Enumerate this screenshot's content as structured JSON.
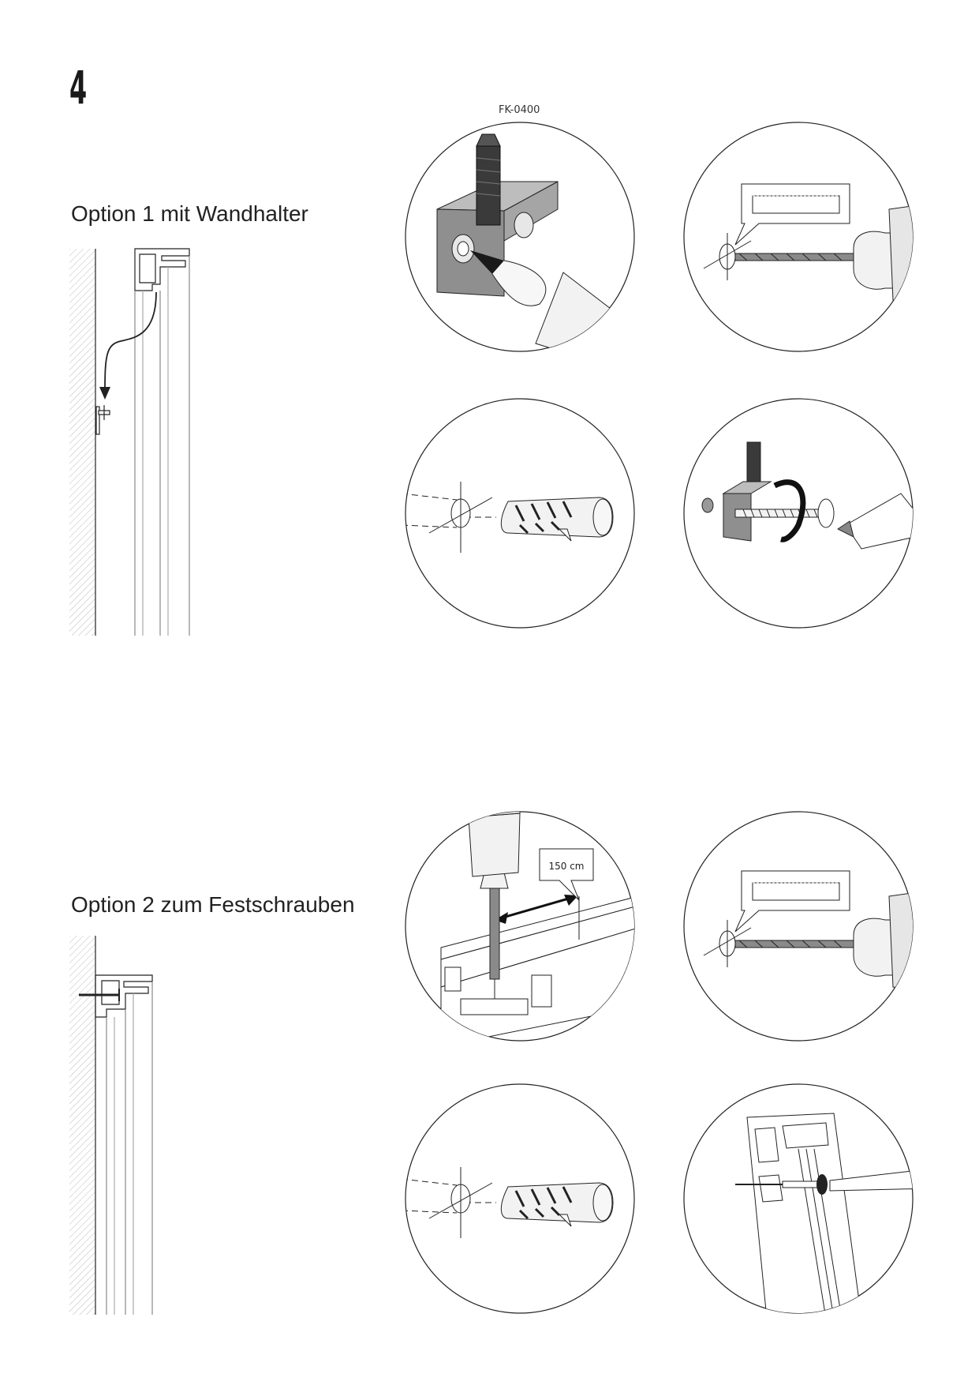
{
  "step": {
    "number": "4"
  },
  "option1": {
    "title": "Option 1 mit Wandhalter",
    "part_code": "FK-0400"
  },
  "option2": {
    "title": "Option 2 zum Festschrauben",
    "distance_label": "150 cm"
  },
  "colors": {
    "line": "#222222",
    "metal": "#9a9a9a",
    "dark_metal": "#3a3a3a",
    "tool_fill": "#f2f2f2"
  }
}
